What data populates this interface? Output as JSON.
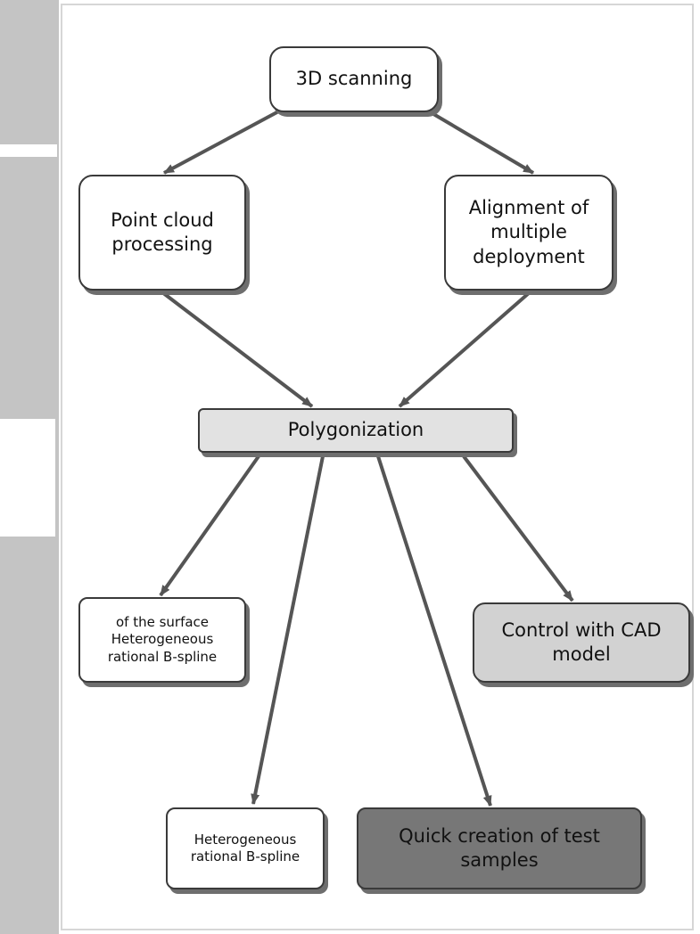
{
  "diagram": {
    "nodes": {
      "scan": "3D scanning",
      "point_cloud": [
        "Point cloud",
        "processing"
      ],
      "alignment": [
        "Alignment of",
        "multiple",
        "deployment"
      ],
      "polygonization": "Polygonization",
      "surface": [
        "of the surface",
        "Heterogeneous",
        "rational B-spline"
      ],
      "cad": [
        "Control with CAD",
        "model"
      ],
      "rational": [
        "Heterogeneous",
        "rational B-spline"
      ],
      "quick": [
        "Quick creation of test",
        "samples"
      ]
    },
    "edges": [
      [
        "scan",
        "point_cloud"
      ],
      [
        "scan",
        "alignment"
      ],
      [
        "point_cloud",
        "polygonization"
      ],
      [
        "alignment",
        "polygonization"
      ],
      [
        "polygonization",
        "surface"
      ],
      [
        "polygonization",
        "rational"
      ],
      [
        "polygonization",
        "quick"
      ],
      [
        "polygonization",
        "cad"
      ]
    ],
    "colors": {
      "arrow": "#555555",
      "border": "#3a3a3a",
      "shadow": "#6e6e6e",
      "poly_fill": "#e2e2e2",
      "cad_fill": "#d2d2d2",
      "quick_fill": "#777777"
    }
  }
}
